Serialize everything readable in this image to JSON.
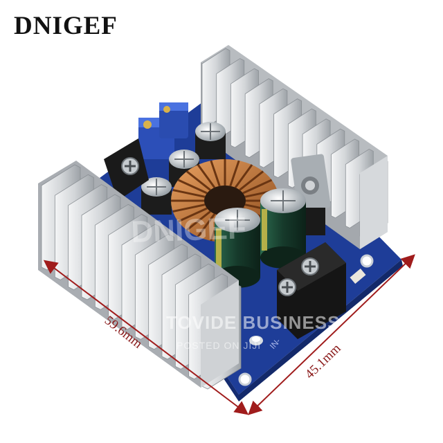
{
  "brand": {
    "name": "DNIGEF"
  },
  "dimensions": {
    "length": "59.6mm",
    "width": "45.1mm"
  },
  "watermark": {
    "line1": "TOVIDE BUSINESS",
    "line2": "POSTED ON JIJI"
  },
  "colors": {
    "pcb": "#1f3f9c",
    "heatsink": "#d9dcdf",
    "coil": "#c9793a",
    "capacitor_green": "#1f4d3a",
    "dimension_line": "#a01c1c"
  }
}
